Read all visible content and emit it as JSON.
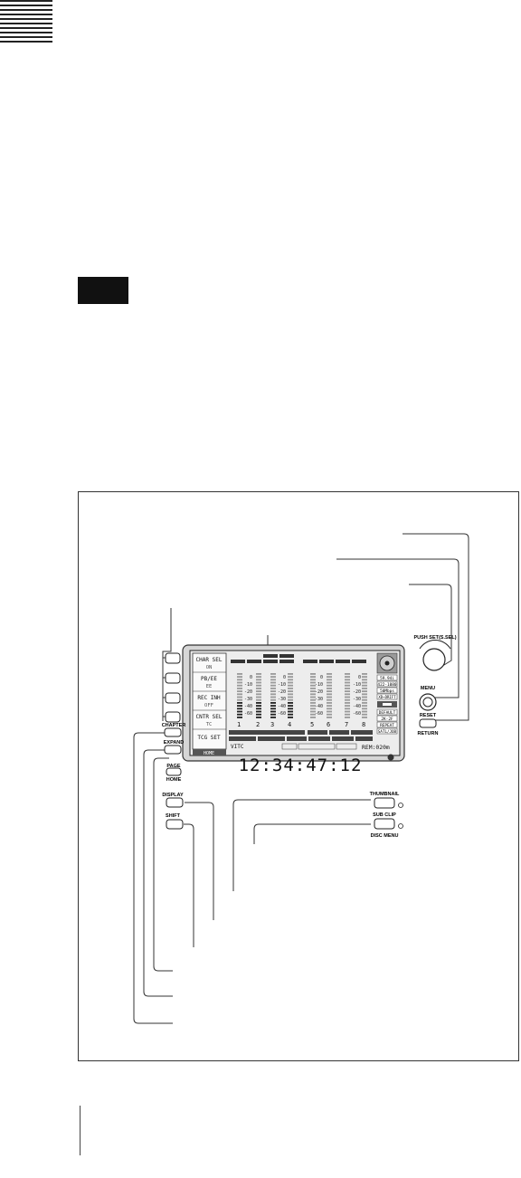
{
  "screen": {
    "soft_keys": [
      {
        "label": "CHAR SEL",
        "state": "ON"
      },
      {
        "label": "PB/EE",
        "state": "EE"
      },
      {
        "label": "REC INH",
        "state": "OFF"
      },
      {
        "label": "CNTR SEL",
        "state": "TC"
      },
      {
        "label": "TCG SET",
        "state": ""
      }
    ],
    "home_tab": "HOME",
    "meter_scale": [
      "0",
      "-10",
      "-20",
      "-30",
      "-40",
      "-60"
    ],
    "channels": [
      "1",
      "2",
      "3",
      "4",
      "5",
      "6",
      "7",
      "8"
    ],
    "right_panel": [
      "59.94i",
      "422-1080",
      "50Mbps",
      "XD→DRIFT",
      "DEFAULT",
      "2K-2F",
      "REPEAT",
      "SATL/JOB"
    ],
    "timecode_type": "VITC",
    "remaining": "REM:020m",
    "timecode": "12:34:47:12"
  },
  "buttons": {
    "chapter": "CHAPTER",
    "expand": "EXPAND",
    "page": "PAGE",
    "home": "HOME",
    "display": "DISPLAY",
    "shift": "SHIFT",
    "thumbnail": "THUMBNAIL",
    "sub_clip": "SUB CLIP",
    "disc_menu": "DISC MENU",
    "push_set": "PUSH SET(S.SEL)",
    "menu": "MENU",
    "reset": "RESET",
    "return": "RETURN"
  },
  "colors": {
    "line": "#333333",
    "screen_bg": "#e9e9e9",
    "bezel": "#d6d6d6"
  }
}
